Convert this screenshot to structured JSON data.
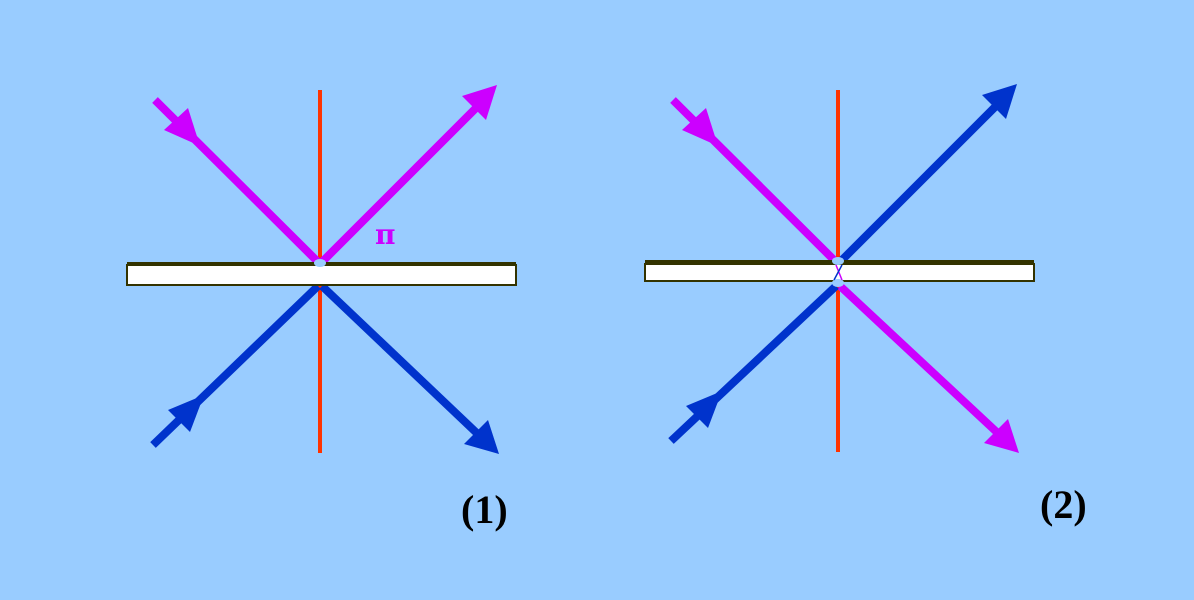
{
  "colors": {
    "background": "#99CCFF",
    "beam_magenta": "#CC00FF",
    "beam_blue": "#0033CC",
    "normal_line": "#FF3300",
    "plate_edge": "#333300",
    "plate_fill": "#FFFFFF"
  },
  "panels": [
    {
      "label": "(1)",
      "phase_label": "π",
      "description_case": "reflection"
    },
    {
      "label": "(2)",
      "description_case": "transmission"
    }
  ]
}
